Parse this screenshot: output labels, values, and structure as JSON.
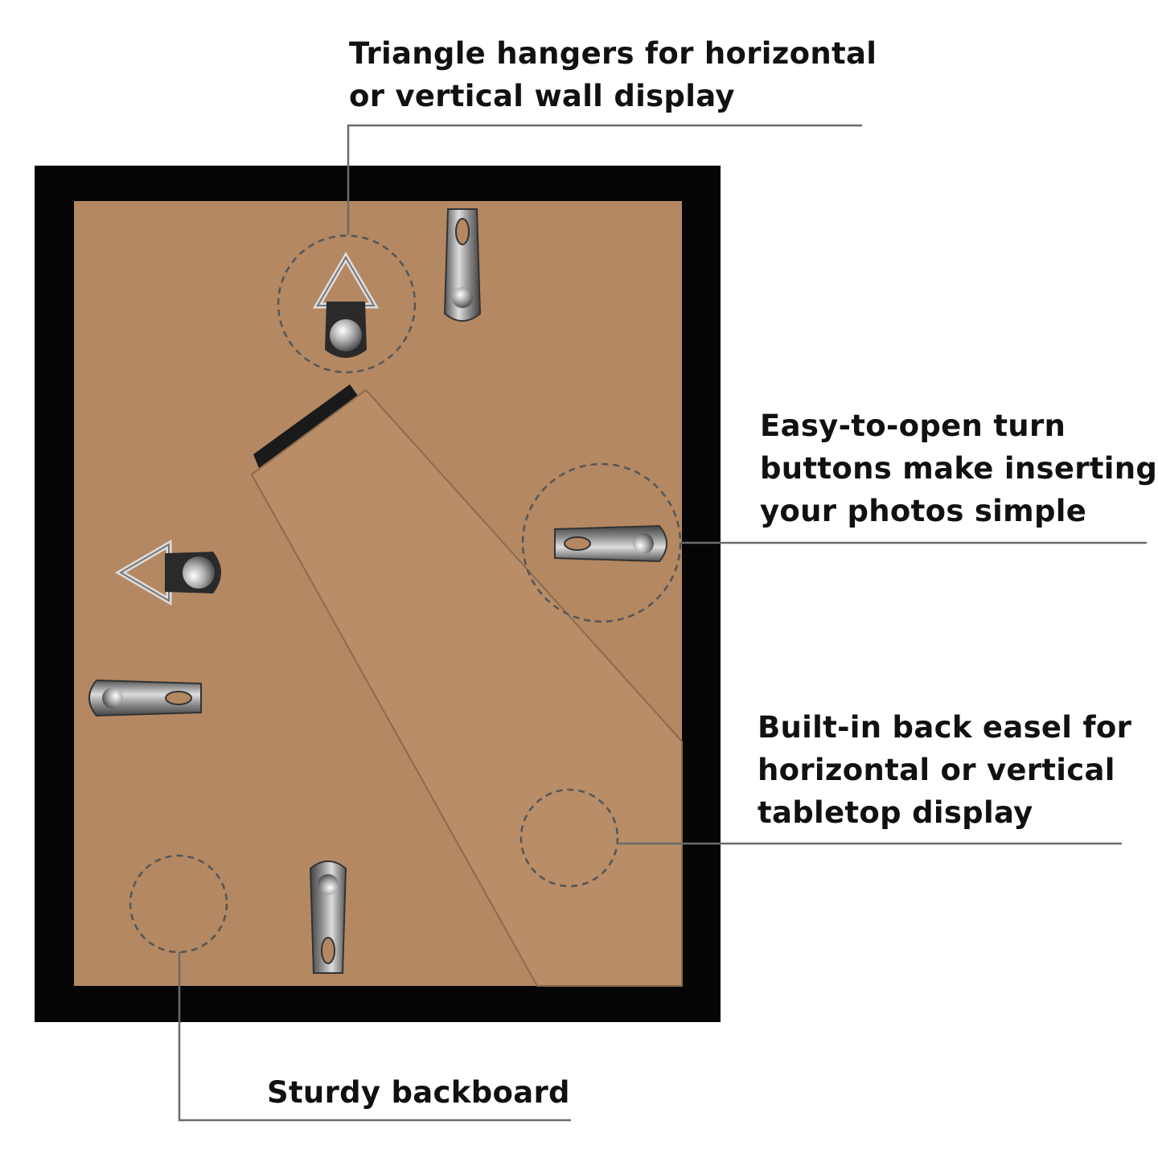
{
  "callouts": {
    "hangers": {
      "lines": [
        "Triangle hangers for horizontal",
        "or vertical wall display"
      ]
    },
    "turn_buttons": {
      "lines": [
        "Easy-to-open turn",
        "buttons make inserting",
        "your photos simple"
      ]
    },
    "easel": {
      "lines": [
        "Built-in back easel for",
        "horizontal or vertical",
        "tabletop display"
      ]
    },
    "backboard": {
      "lines": [
        "Sturdy backboard"
      ]
    }
  },
  "colors": {
    "frame": "#050505",
    "backboard": "#b48862",
    "easel": "#b88d67",
    "callout_line": "#6b6b6b",
    "text": "#111111"
  }
}
